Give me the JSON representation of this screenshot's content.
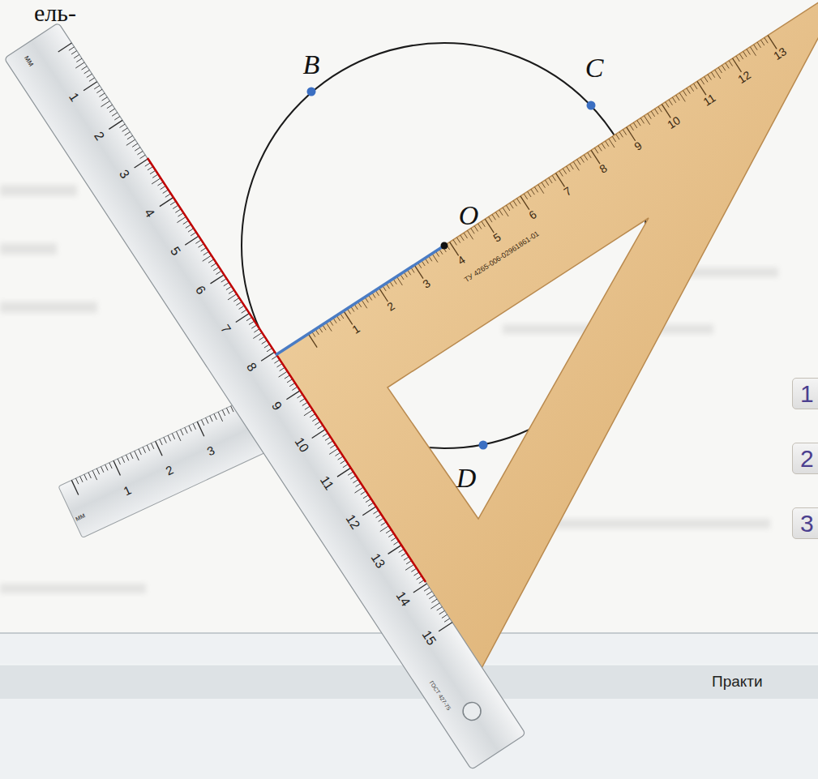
{
  "diagram": {
    "nodes": [
      {
        "text": [
          "1"
        ]
      },
      {
        "text": [
          "2"
        ]
      },
      {
        "text": [
          "3"
        ]
      }
    ],
    "labels": [
      "ель-",
      "B",
      "C",
      "O",
      "D",
      "мм",
      "1",
      "2",
      "3",
      "4",
      "5",
      "6",
      "7",
      "8",
      "9",
      "10",
      "11",
      "12",
      "13",
      "14",
      "15",
      "ГОСТ 427-75",
      "мм",
      "1",
      "2",
      "3",
      "1",
      "2",
      "3",
      "4",
      "5",
      "6",
      "7",
      "8",
      "9",
      "10",
      "11",
      "12",
      "13",
      "ТУ 4265-006-02961861-01",
      "Практи"
    ]
  }
}
